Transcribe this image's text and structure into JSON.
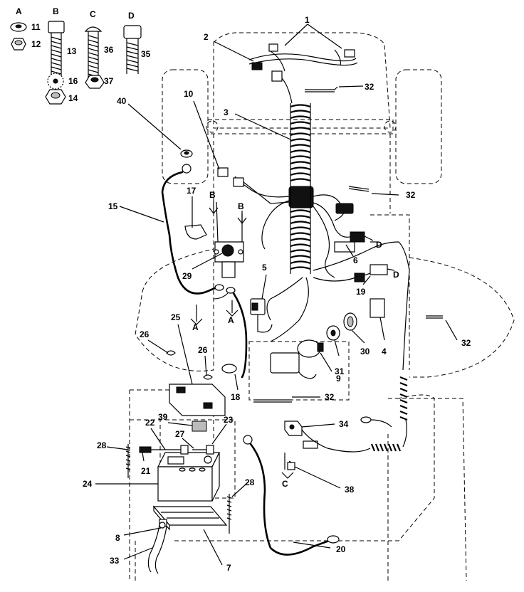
{
  "header_letters": [
    "A",
    "B",
    "C",
    "D"
  ],
  "callouts": [
    "1",
    "2",
    "3",
    "4",
    "5",
    "6",
    "7",
    "8",
    "9",
    "10",
    "11",
    "12",
    "13",
    "14",
    "15",
    "16",
    "17",
    "18",
    "19",
    "20",
    "21",
    "22",
    "23",
    "24",
    "25",
    "26",
    "27",
    "28",
    "29",
    "30",
    "31",
    "32",
    "33",
    "34",
    "35",
    "36",
    "37",
    "38",
    "39",
    "40"
  ],
  "connector_letters": [
    "A",
    "B",
    "C",
    "D"
  ],
  "colors": {
    "ink": "#000000",
    "paper": "#ffffff"
  }
}
